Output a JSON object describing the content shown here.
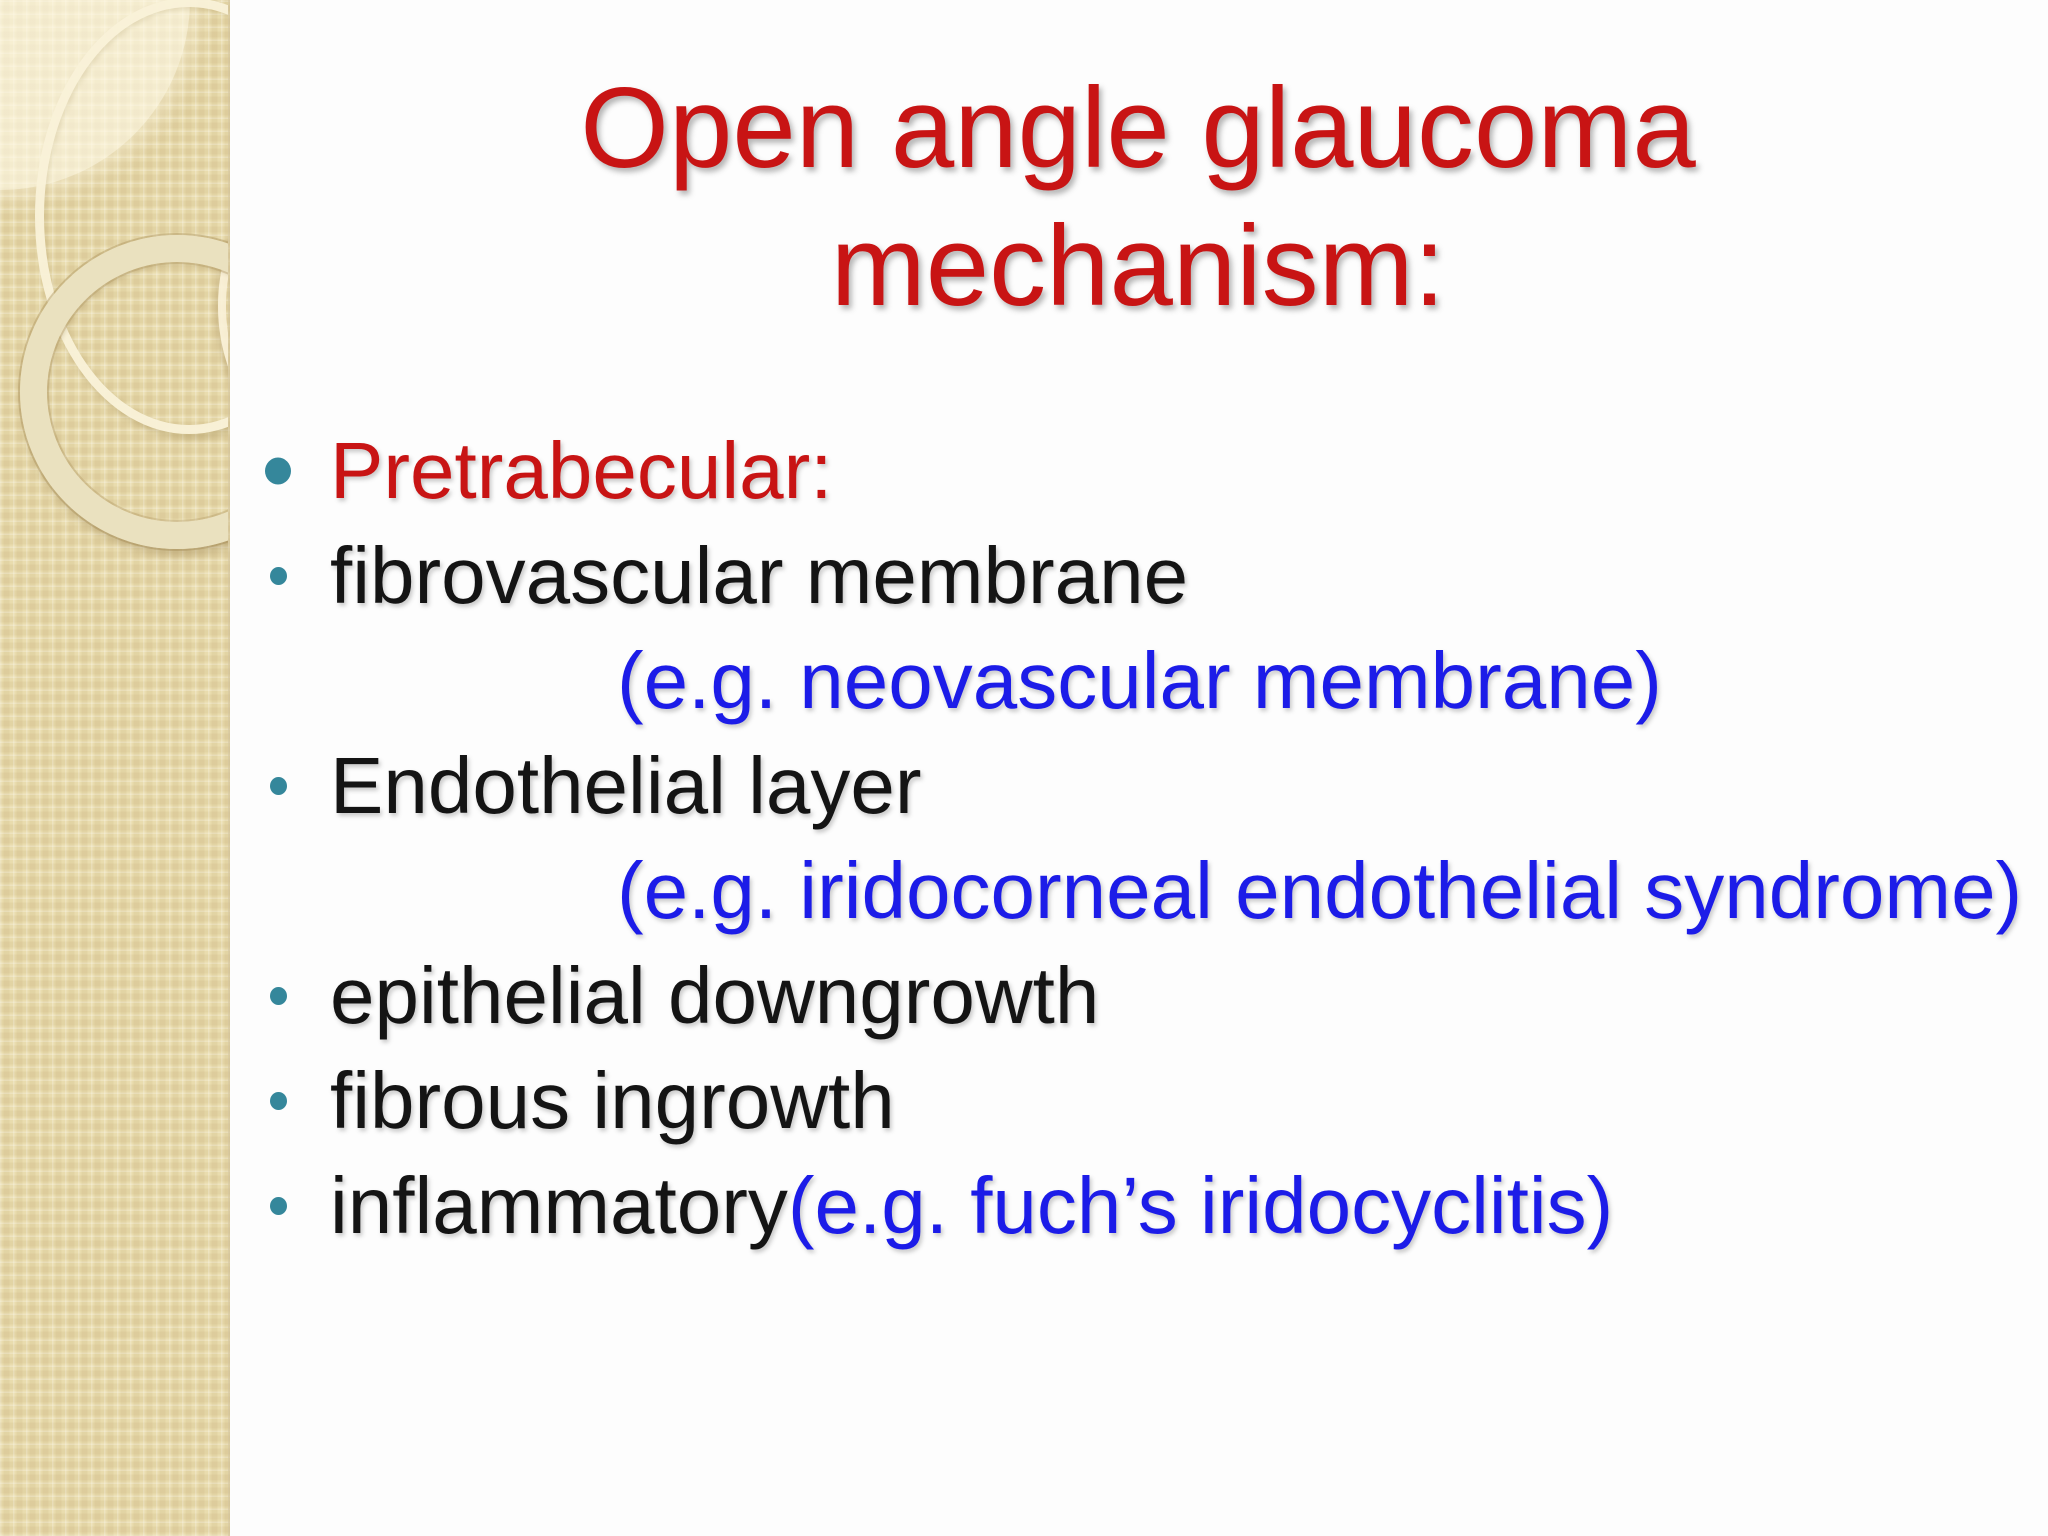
{
  "slide_title": {
    "line1": "Open angle glaucoma",
    "line2": "mechanism:"
  },
  "bullets": [
    {
      "level": "1",
      "segments": [
        {
          "text": "Pretrabecular:",
          "color": "red"
        }
      ]
    },
    {
      "level": "2",
      "segments": [
        {
          "text": "fibrovascular membrane",
          "color": "black"
        }
      ]
    },
    {
      "level": "indent",
      "segments": [
        {
          "text": "(e.g. neovascular membrane)",
          "color": "blue"
        }
      ]
    },
    {
      "level": "2",
      "segments": [
        {
          "text": "Endothelial layer",
          "color": "black"
        }
      ]
    },
    {
      "level": "indent",
      "segments": [
        {
          "text": "(e.g. iridocorneal endothelial syndrome)",
          "color": "blue"
        }
      ]
    },
    {
      "level": "2",
      "segments": [
        {
          "text": "epithelial downgrowth",
          "color": "black"
        }
      ]
    },
    {
      "level": "2",
      "segments": [
        {
          "text": "fibrous ingrowth",
          "color": "black"
        }
      ]
    },
    {
      "level": "2",
      "segments": [
        {
          "text": "inflammatory ",
          "color": "black"
        },
        {
          "text": "(e.g. fuch’s iridocyclitis)",
          "color": "blue"
        }
      ]
    }
  ],
  "colors": {
    "title_red": "#c81414",
    "text_blue": "#1c1ce8",
    "bullet_teal": "#35879b",
    "body_black": "#141414",
    "sidebar_beige": "#e9dcae",
    "slide_bg": "#fdfdfd"
  }
}
